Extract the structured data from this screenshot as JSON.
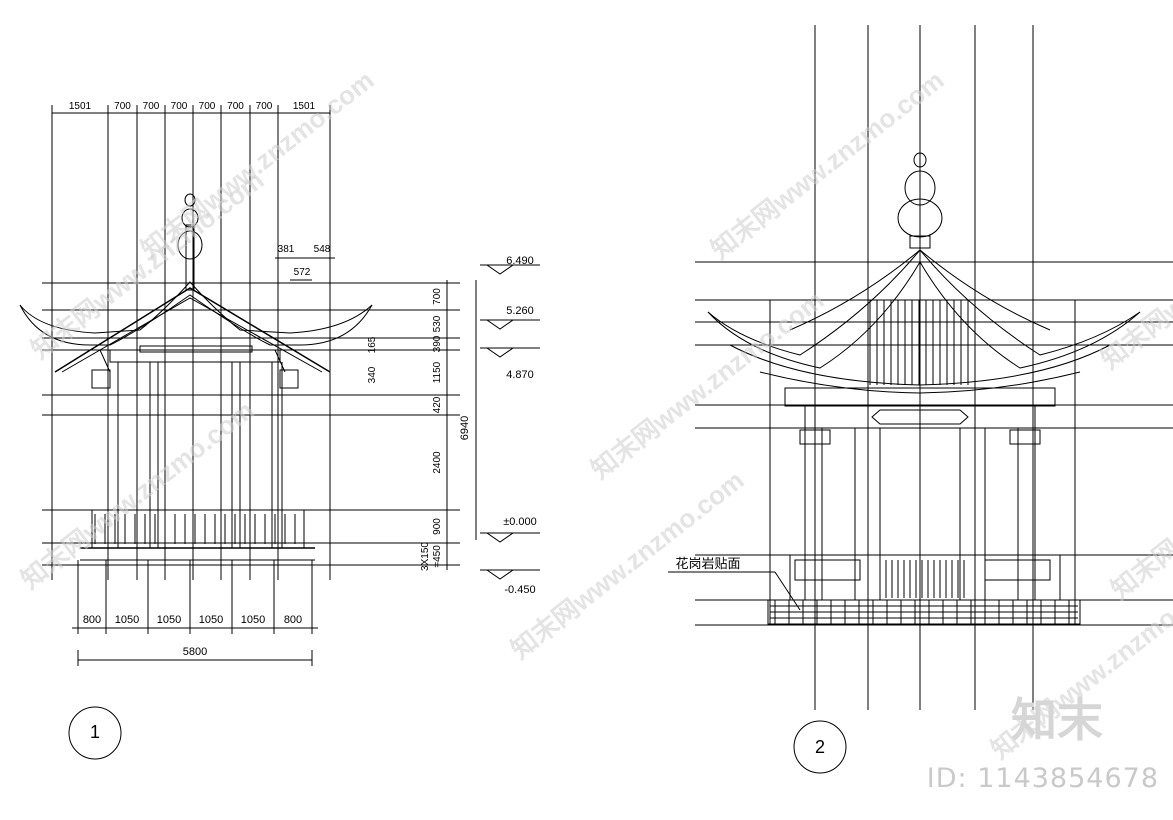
{
  "elevation1": {
    "top_dims": [
      "1501",
      "700",
      "700",
      "700",
      "700",
      "700",
      "700",
      "1501"
    ],
    "bottom_dims": [
      "800",
      "1050",
      "1050",
      "1050",
      "1050",
      "800"
    ],
    "total_width": "5800",
    "right_dims": [
      "700",
      "530",
      "390",
      "1150",
      "420",
      "2400",
      "900",
      "3X150\n=450"
    ],
    "small_dims": [
      "165",
      "340"
    ],
    "ridge_dims": [
      "381",
      "548",
      "572"
    ],
    "total_height": "6940",
    "levels": [
      "6.490",
      "5.260",
      "4.870",
      "±0.000",
      "-0.450"
    ],
    "label": "1"
  },
  "elevation2": {
    "material_note": "花岗岩贴面",
    "label": "2"
  },
  "watermark": {
    "text": "知末网www.znzmo.com",
    "brand": "知末",
    "id": "ID: 1143854678"
  }
}
